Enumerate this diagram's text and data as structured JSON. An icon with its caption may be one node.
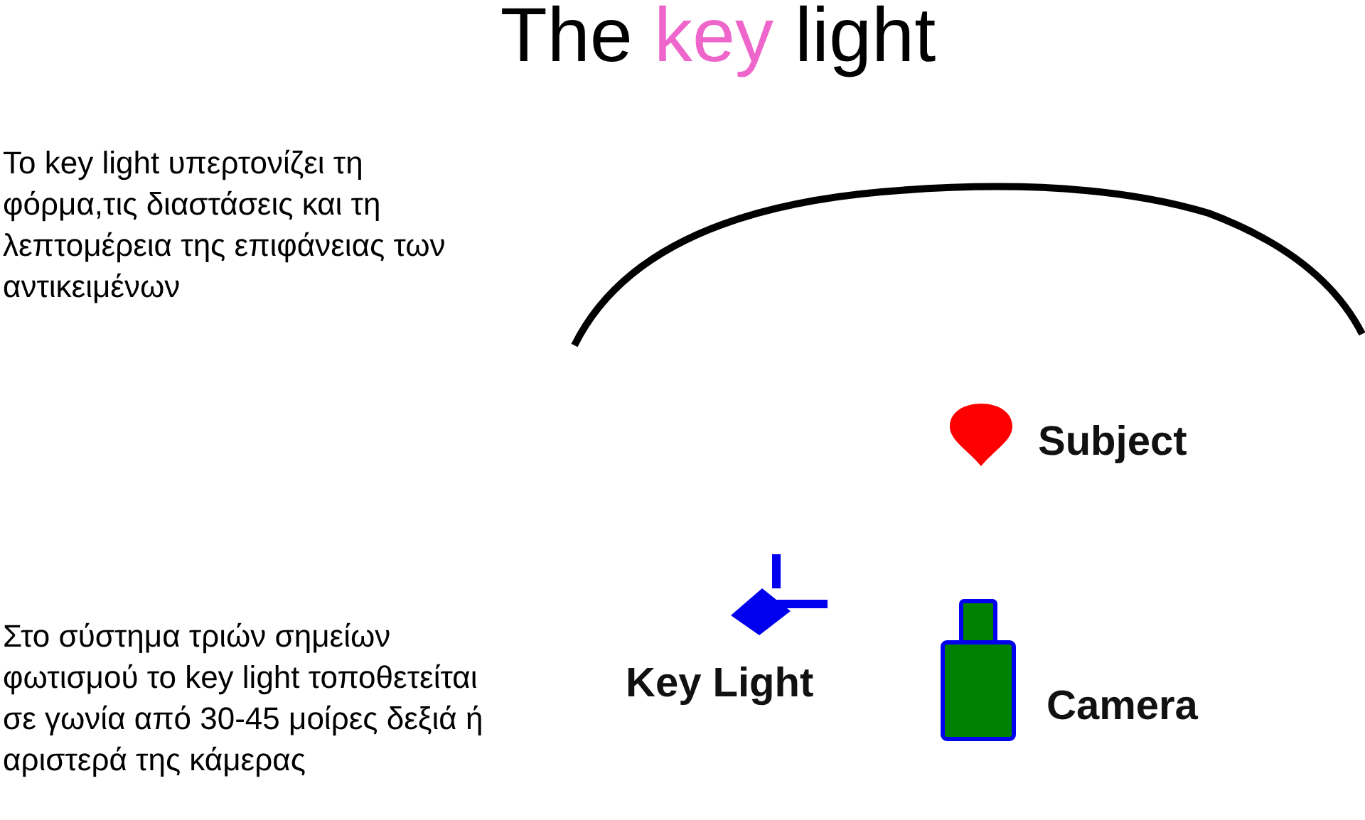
{
  "diagram": {
    "title": "The key light",
    "labels": [
      "Το key light υπερτονίζει τη φόρμα,τις διαστάσεις και τη λεπτομέρεια της επιφάνειας των αντικειμένων",
      "Subject",
      "Στο σύστημα τριών σημείων φωτισμού το key light τοποθετείται σε γωνία από 30-45 μοίρες δεξιά ή αριστερά της κάμερας",
      "Key Light",
      "Camera"
    ]
  }
}
